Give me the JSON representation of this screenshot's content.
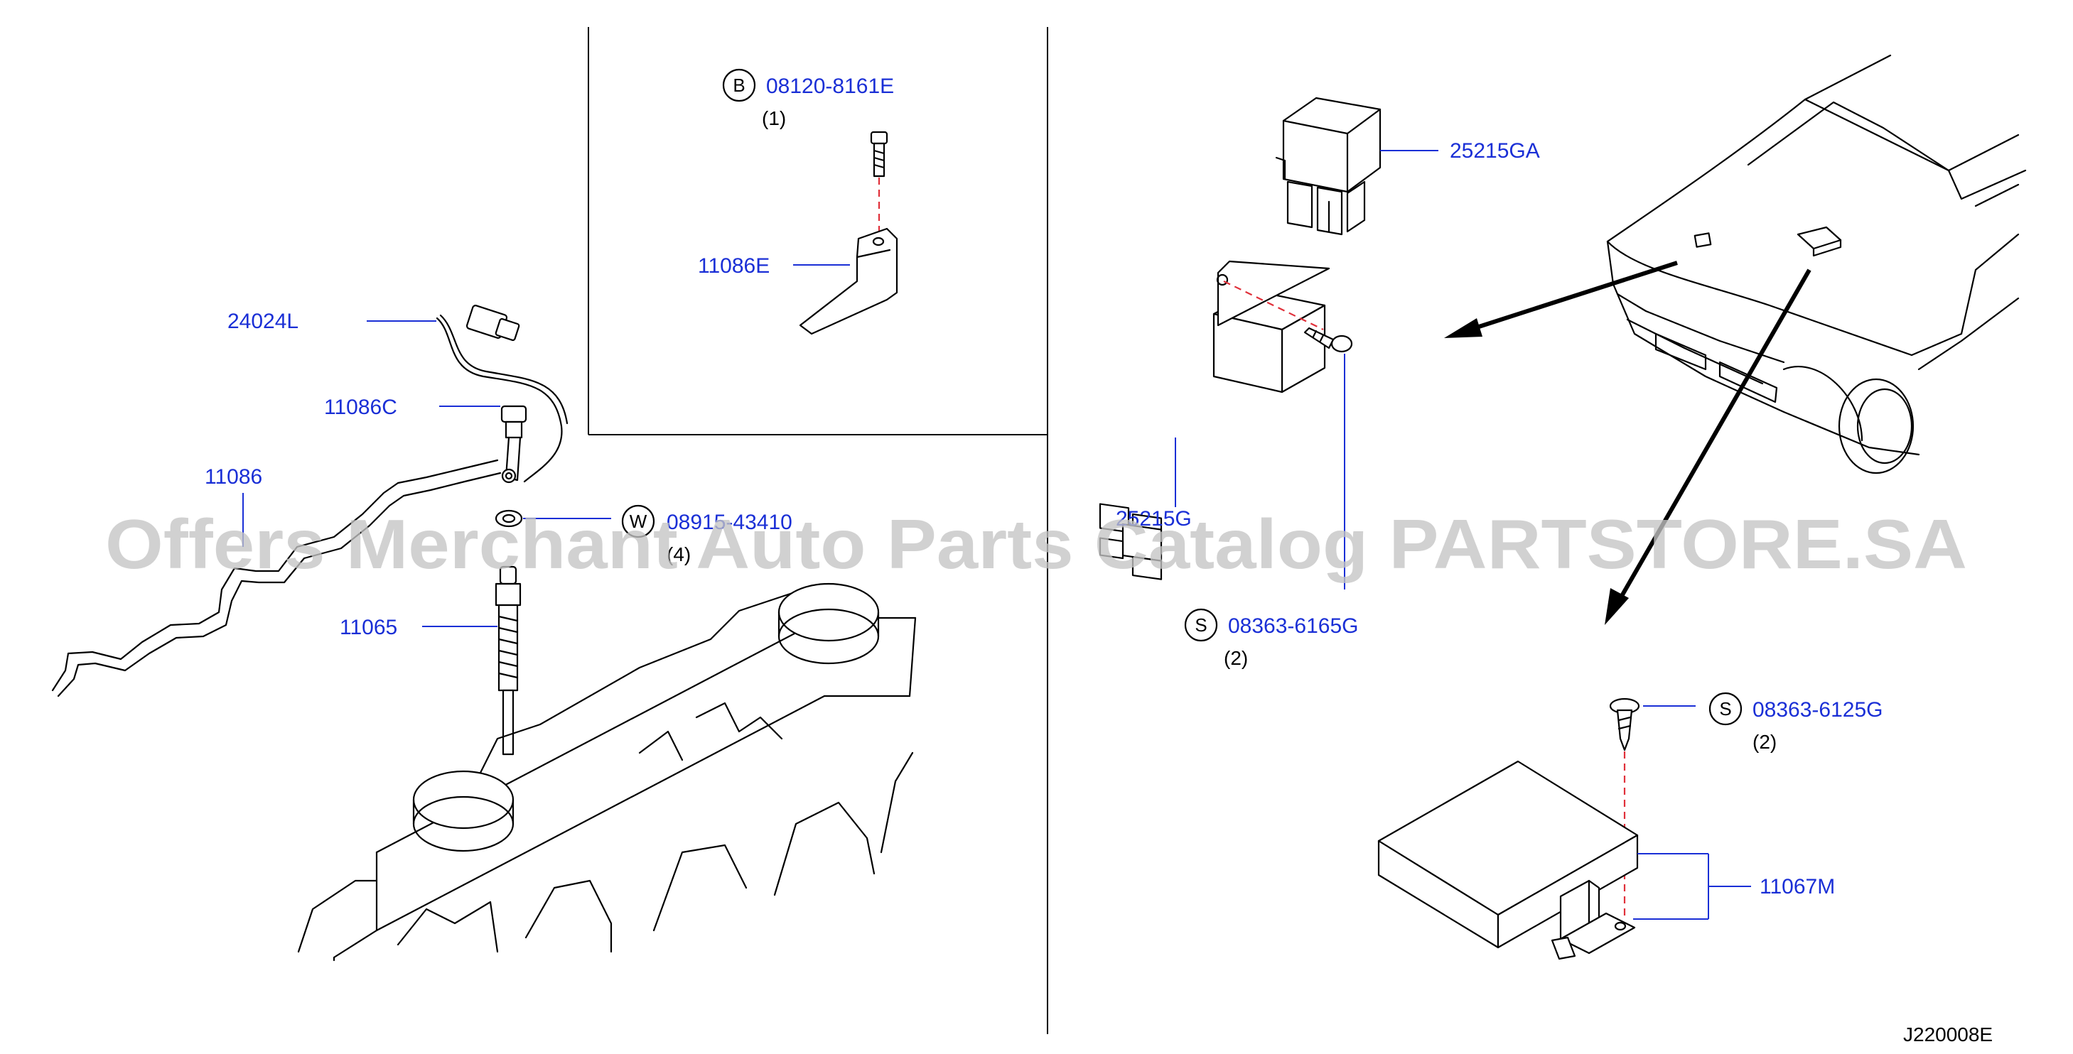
{
  "diagram_code": "J220008E",
  "watermark": "Offers Merchant Auto Parts Catalog PARTSTORE.SA",
  "parts": {
    "bolt": {
      "badge": "B",
      "number": "08120-8161E",
      "qty": "(1)"
    },
    "bracket": {
      "number": "11086E"
    },
    "sensor": {
      "number": "24024L"
    },
    "clamp": {
      "number": "11086C"
    },
    "harness": {
      "number": "11086"
    },
    "washer": {
      "badge": "W",
      "number": "08915-43410",
      "qty": "(4)"
    },
    "glow_plug": {
      "number": "11065"
    },
    "relay_small": {
      "number": "25215GA"
    },
    "relay_large": {
      "number": "25215G"
    },
    "screw_relay": {
      "badge": "S",
      "number": "08363-6165G",
      "qty": "(2)"
    },
    "screw_unit": {
      "badge": "S",
      "number": "08363-6125G",
      "qty": "(2)"
    },
    "control_unit": {
      "number": "11067M"
    }
  },
  "colors": {
    "part_number": "#1a2fd6",
    "fastener_axis": "#e0303a",
    "watermark": "#c4c4c4"
  }
}
